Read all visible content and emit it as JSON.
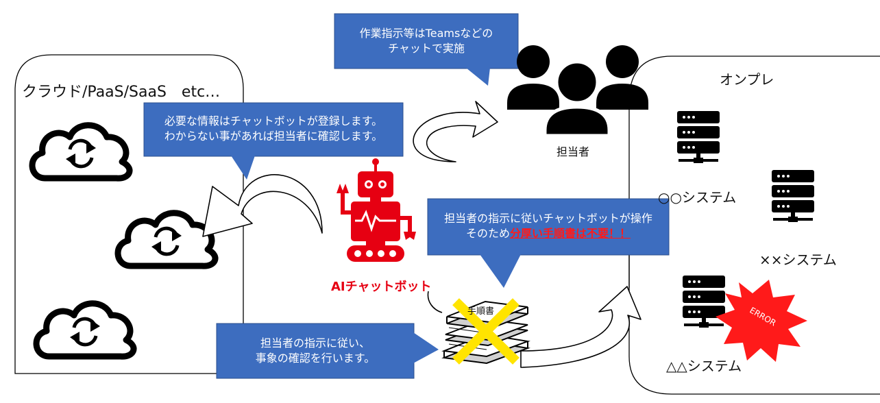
{
  "regions": {
    "cloud_label": "クラウド/PaaS/SaaS　etc…",
    "onprem_label": "オンプレ"
  },
  "people": {
    "label": "担当者"
  },
  "bot": {
    "label": "AIチャットボット"
  },
  "callouts": {
    "teams": {
      "line1": "作業指示等はTeamsなどの",
      "line2": "チャットで実施"
    },
    "register": {
      "line1": "必要な情報はチャットボットが登録します。",
      "line2": "わからない事があれば担当者に確認します。"
    },
    "operate": {
      "line1": "担当者の指示に従いチャットボットが操作",
      "line2_prefix": "そのため",
      "line2_emphasis": "分厚い手順書は不要！！"
    },
    "confirm": {
      "line1": "担当者の指示に従い、",
      "line2": "事象の確認を行います。"
    }
  },
  "manual": {
    "label": "手順書"
  },
  "systems": [
    {
      "label": "○○システム"
    },
    {
      "label": "××システム"
    },
    {
      "label": "△△システム"
    }
  ],
  "error": {
    "label": "ERROR"
  },
  "colors": {
    "callout_blue": "#3d6dbf",
    "bot_red": "#e60012",
    "error_red": "#ff1a1a",
    "cross_yellow": "#ffe400"
  }
}
